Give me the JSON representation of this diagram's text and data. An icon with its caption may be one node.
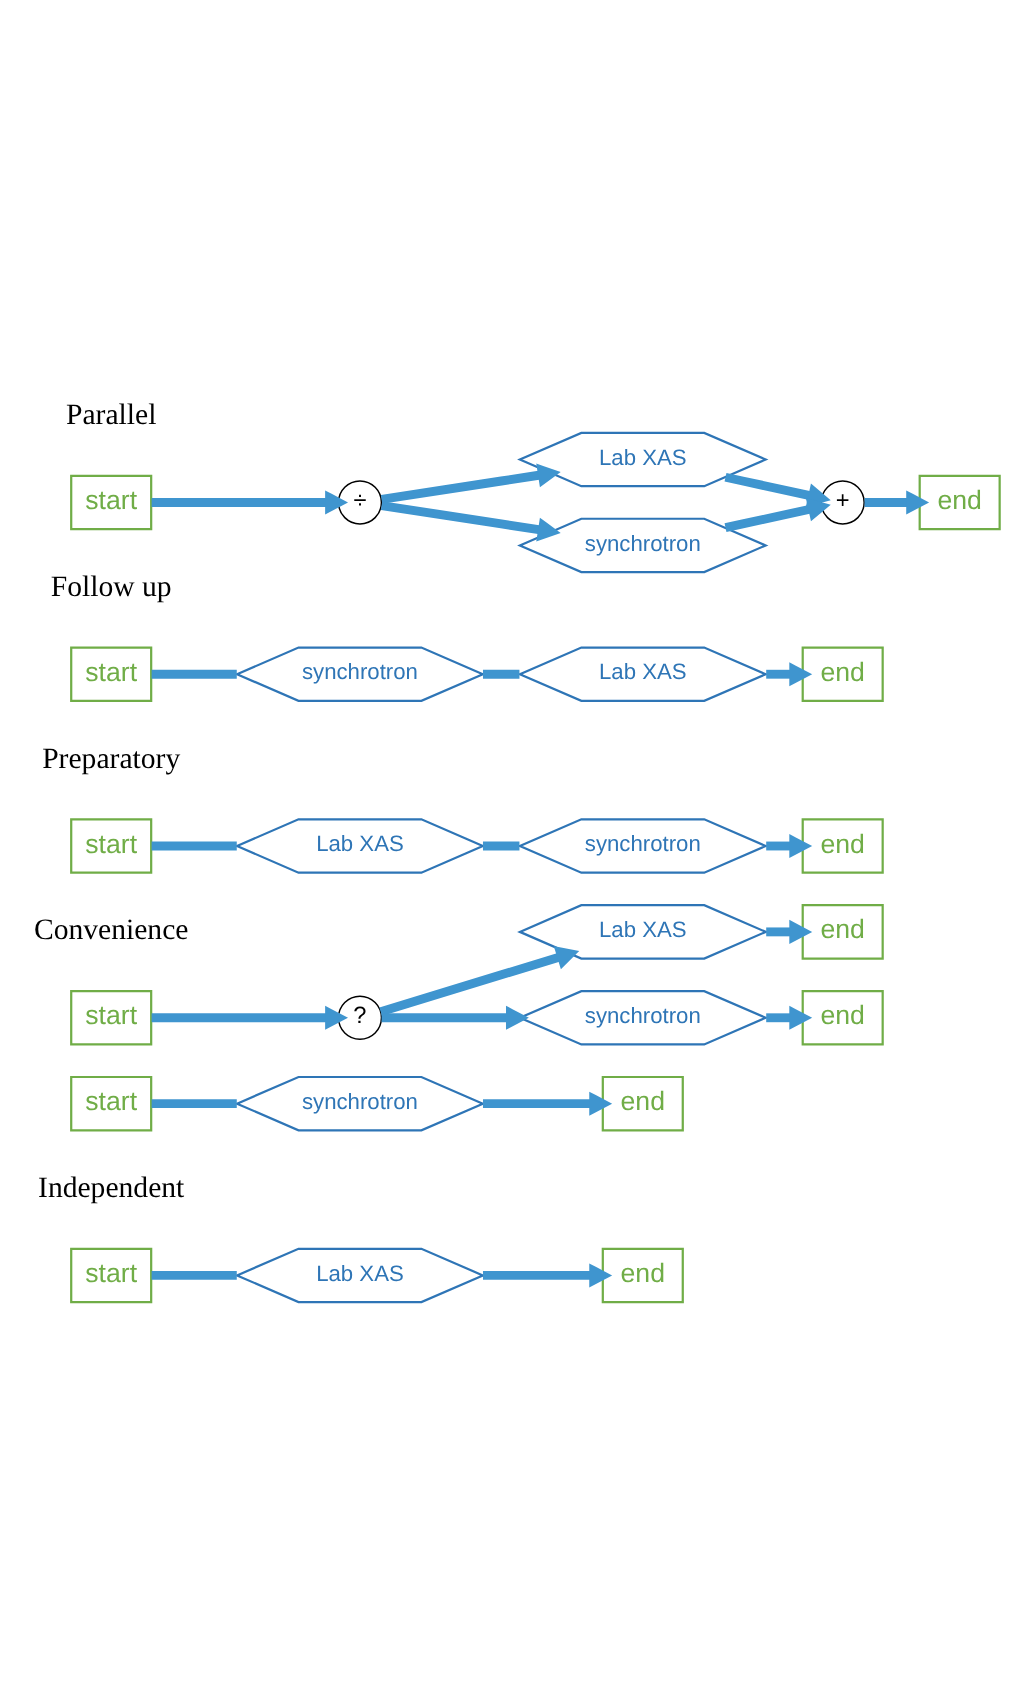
{
  "diagram": {
    "nodes": [
      {
        "text": [
          "start"
        ]
      },
      {
        "text": [
          "Lab XAS"
        ]
      },
      {
        "text": [
          "end"
        ]
      },
      {
        "text": [
          "start"
        ]
      },
      {
        "text": [
          "synchrotron"
        ]
      },
      {
        "text": [
          "end"
        ]
      },
      {
        "text": [
          "start"
        ]
      },
      {
        "text": [
          "?"
        ]
      },
      {
        "text": [
          "Lab XAS"
        ]
      },
      {
        "text": [
          "synchrotron"
        ]
      },
      {
        "text": [
          "end"
        ]
      },
      {
        "text": [
          "end"
        ]
      },
      {
        "text": [
          "start"
        ]
      },
      {
        "text": [
          "Lab XAS"
        ]
      },
      {
        "text": [
          "synchrotron"
        ]
      },
      {
        "text": [
          "end"
        ]
      },
      {
        "text": [
          "start"
        ]
      },
      {
        "text": [
          "synchrotron"
        ]
      },
      {
        "text": [
          "Lab XAS"
        ]
      },
      {
        "text": [
          "end"
        ]
      },
      {
        "text": [
          "start"
        ]
      },
      {
        "text": [
          "÷"
        ]
      },
      {
        "text": [
          "Lab XAS"
        ]
      },
      {
        "text": [
          "synchrotron"
        ]
      },
      {
        "text": [
          "+"
        ]
      },
      {
        "text": [
          "end"
        ]
      }
    ],
    "edges": [
      {
        "from": 0,
        "to": 1,
        "arrow": "none"
      },
      {
        "from": 1,
        "to": 2,
        "arrow": "to"
      },
      {
        "from": 3,
        "to": 4,
        "arrow": "none"
      },
      {
        "from": 4,
        "to": 5,
        "arrow": "to"
      },
      {
        "from": 6,
        "to": 7,
        "arrow": "to"
      },
      {
        "from": 7,
        "to": 8,
        "arrow": "to"
      },
      {
        "from": 7,
        "to": 9,
        "arrow": "to"
      },
      {
        "from": 8,
        "to": 10,
        "arrow": "to"
      },
      {
        "from": 9,
        "to": 11,
        "arrow": "to"
      },
      {
        "from": 12,
        "to": 13,
        "arrow": "none"
      },
      {
        "from": 13,
        "to": 14,
        "arrow": "none"
      },
      {
        "from": 14,
        "to": 15,
        "arrow": "to"
      },
      {
        "from": 16,
        "to": 17,
        "arrow": "none"
      },
      {
        "from": 17,
        "to": 18,
        "arrow": "none"
      },
      {
        "from": 18,
        "to": 19,
        "arrow": "to"
      },
      {
        "from": 20,
        "to": 21,
        "arrow": "to"
      },
      {
        "from": 21,
        "to": 22,
        "arrow": "to"
      },
      {
        "from": 21,
        "to": 23,
        "arrow": "to"
      },
      {
        "from": 22,
        "to": 24,
        "arrow": "to"
      },
      {
        "from": 23,
        "to": 24,
        "arrow": "to"
      },
      {
        "from": 24,
        "to": 25,
        "arrow": "to"
      }
    ],
    "labels": [
      "Independent",
      "Convenience",
      "Preparatory",
      "Follow up",
      "Parallel"
    ]
  }
}
